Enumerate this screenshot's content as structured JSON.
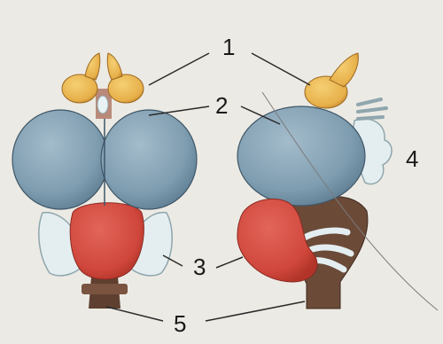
{
  "diagram": {
    "labels": {
      "olfactory_lobes": "1",
      "cerebral_hemispheres": "2",
      "cerebellum": "3",
      "cranial_nerves": "4",
      "medulla_oblongata": "5"
    },
    "colors": {
      "olfactory": "#e7b04a",
      "hemisphere": "#7f9db0",
      "cerebellum": "#d0473c",
      "nerve_white": "#e4eef0",
      "brainstem": "#6b4a38",
      "background": "#eceae4"
    }
  }
}
